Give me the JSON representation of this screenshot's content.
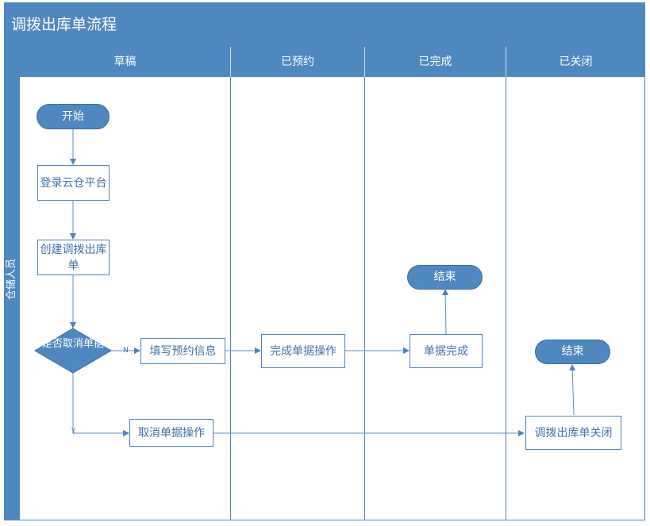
{
  "title": "调拨出库单流程",
  "role": "仓储人员",
  "lanes": [
    "草稿",
    "已预约",
    "已完成",
    "已关闭"
  ],
  "nodes": {
    "start": "开始",
    "login": "登录云仓平台",
    "create": "创建调拨出库单",
    "decision": "是否取消单据",
    "fill": "填写预约信息",
    "complete_op": "完成单据操作",
    "receipt_done": "单据完成",
    "end_completed": "结束",
    "cancel_op": "取消单据操作",
    "close": "调拨出库单关闭",
    "end_closed": "结束"
  },
  "edge_labels": {
    "no": "N",
    "yes": "Y"
  },
  "colors": {
    "header": "#4f88c0",
    "line": "#4f81bd",
    "text": "#3f72b0"
  }
}
